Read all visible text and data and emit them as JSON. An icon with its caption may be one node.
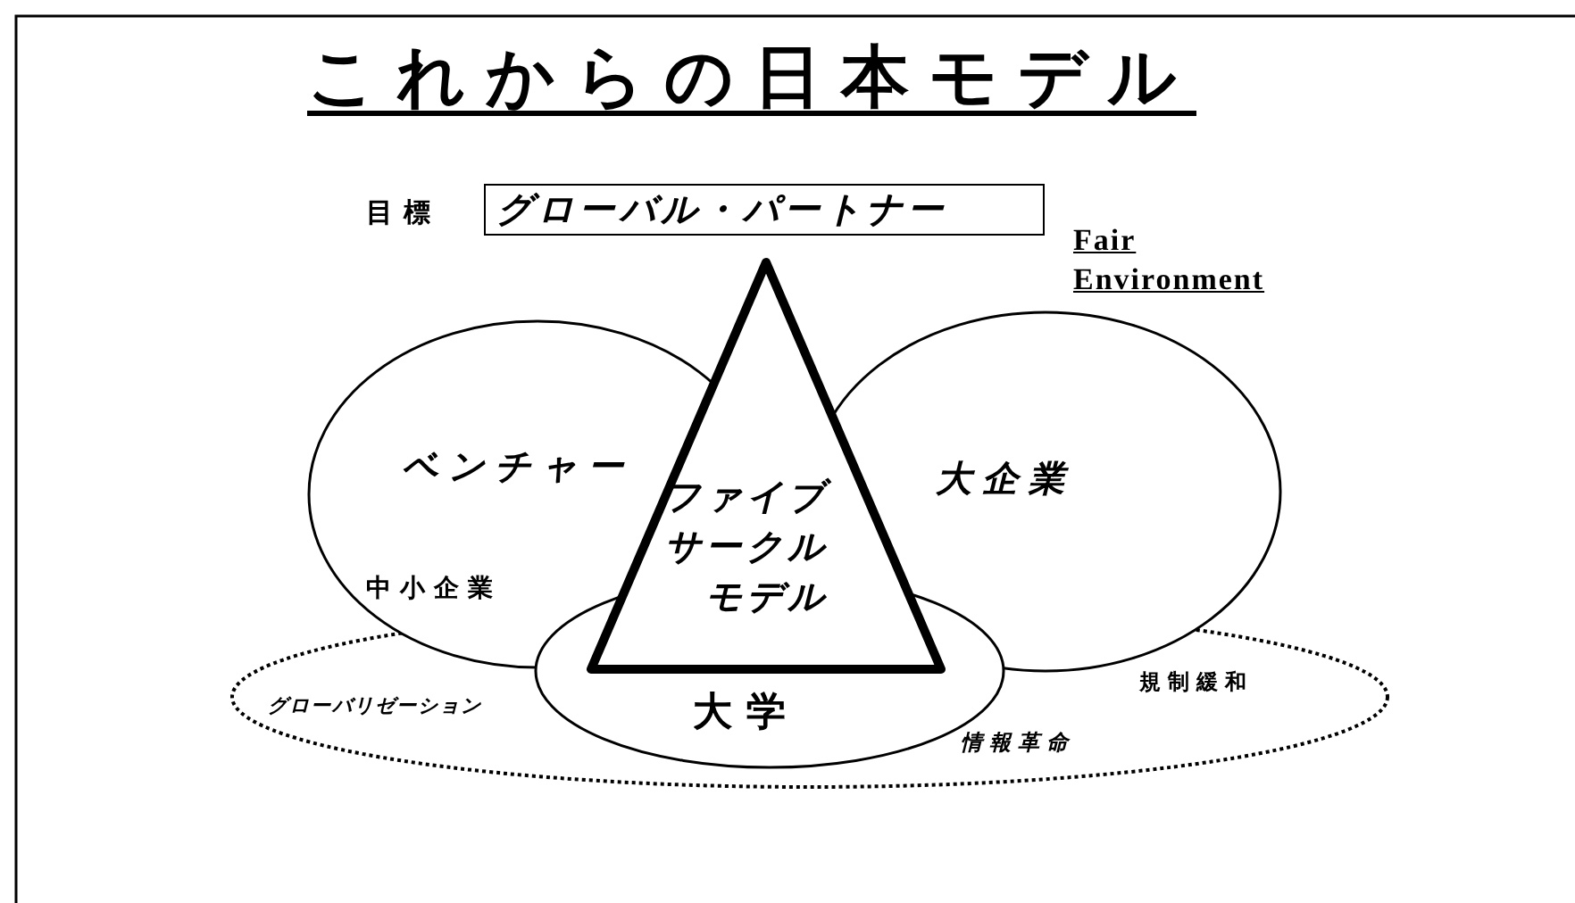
{
  "diagram": {
    "title": "これからの日本モデル",
    "nodes": [
      {
        "text": [
          "グローバル・パートナー"
        ],
        "beside": [
          "目標"
        ]
      },
      {
        "text": [
          "ベンチャー",
          "中小企業"
        ]
      },
      {
        "text": [
          "大企業"
        ]
      },
      {
        "text": [
          "大学"
        ]
      },
      {
        "text": [
          "ファイブサークルモデル"
        ]
      },
      {
        "text": [
          "グローバリゼーション",
          "規制緩和",
          "情報革命"
        ]
      }
    ],
    "edges": [],
    "labels": [
      "Fair Environment"
    ]
  }
}
